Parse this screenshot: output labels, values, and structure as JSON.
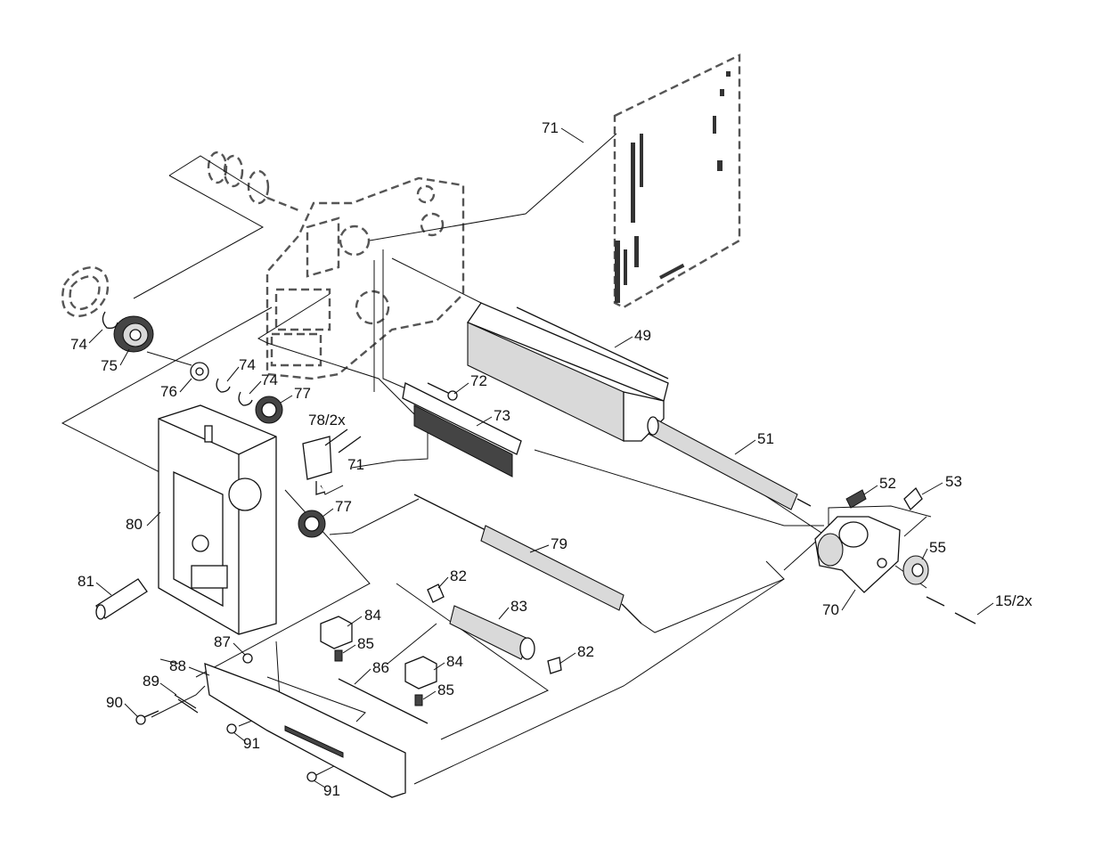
{
  "diagram": {
    "callouts": [
      {
        "id": "c71a",
        "text": "71"
      },
      {
        "id": "c49",
        "text": "49"
      },
      {
        "id": "c74a",
        "text": "74"
      },
      {
        "id": "c75",
        "text": "75"
      },
      {
        "id": "c76",
        "text": "76"
      },
      {
        "id": "c74b",
        "text": "74"
      },
      {
        "id": "c74c",
        "text": "74"
      },
      {
        "id": "c77a",
        "text": "77"
      },
      {
        "id": "c72",
        "text": "72"
      },
      {
        "id": "c73",
        "text": "73"
      },
      {
        "id": "c78",
        "text": "78/2x"
      },
      {
        "id": "c71b",
        "text": "71"
      },
      {
        "id": "c51",
        "text": "51"
      },
      {
        "id": "c52",
        "text": "52"
      },
      {
        "id": "c53",
        "text": "53"
      },
      {
        "id": "c80",
        "text": "80"
      },
      {
        "id": "c77b",
        "text": "77"
      },
      {
        "id": "c79",
        "text": "79"
      },
      {
        "id": "c55",
        "text": "55"
      },
      {
        "id": "c81",
        "text": "81"
      },
      {
        "id": "c82a",
        "text": "82"
      },
      {
        "id": "c83",
        "text": "83"
      },
      {
        "id": "c70",
        "text": "70"
      },
      {
        "id": "c152",
        "text": "15/2x"
      },
      {
        "id": "c84a",
        "text": "84"
      },
      {
        "id": "c87",
        "text": "87"
      },
      {
        "id": "c85a",
        "text": "85"
      },
      {
        "id": "c82b",
        "text": "82"
      },
      {
        "id": "c88",
        "text": "88"
      },
      {
        "id": "c86",
        "text": "86"
      },
      {
        "id": "c84b",
        "text": "84"
      },
      {
        "id": "c89",
        "text": "89"
      },
      {
        "id": "c85b",
        "text": "85"
      },
      {
        "id": "c90",
        "text": "90"
      },
      {
        "id": "c91a",
        "text": "91"
      },
      {
        "id": "c91b",
        "text": "91"
      }
    ]
  }
}
